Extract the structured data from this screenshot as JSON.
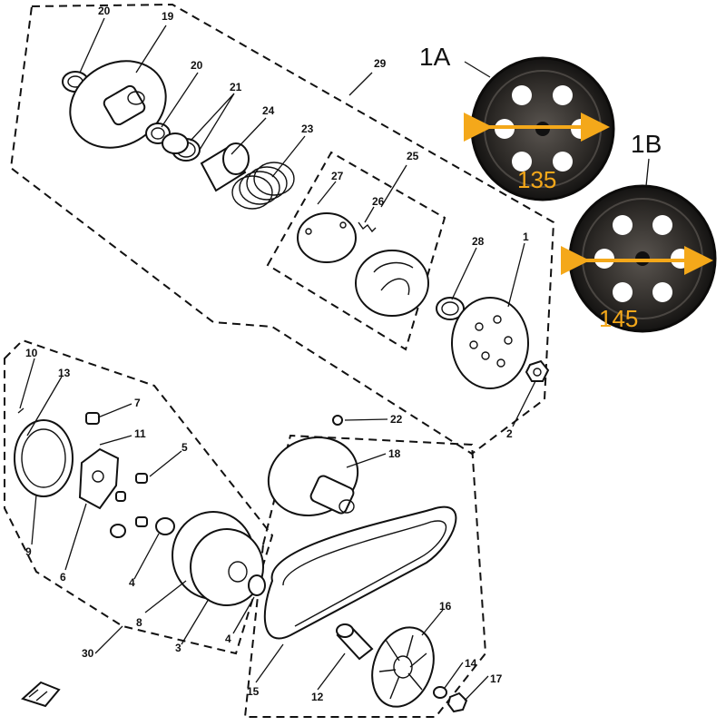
{
  "callouts": {
    "c1": "1",
    "c2": "2",
    "c3": "3",
    "c4a": "4",
    "c4b": "4",
    "c5": "5",
    "c6": "6",
    "c7": "7",
    "c8": "8",
    "c9": "9",
    "c10": "10",
    "c11": "11",
    "c12": "12",
    "c13": "13",
    "c14": "14",
    "c15": "15",
    "c16": "16",
    "c17": "17",
    "c18": "18",
    "c19": "19",
    "c20a": "20",
    "c20b": "20",
    "c21": "21",
    "c22": "22",
    "c23": "23",
    "c24": "24",
    "c25": "25",
    "c26": "26",
    "c27": "27",
    "c28": "28",
    "c29": "29",
    "c30": "30"
  },
  "variants": {
    "a": {
      "label": "1A",
      "dimension": "135"
    },
    "b": {
      "label": "1B",
      "dimension": "145"
    }
  },
  "colors": {
    "dimension_arrow": "#f4a81a",
    "line": "#111111",
    "drum": "#2a2724"
  }
}
